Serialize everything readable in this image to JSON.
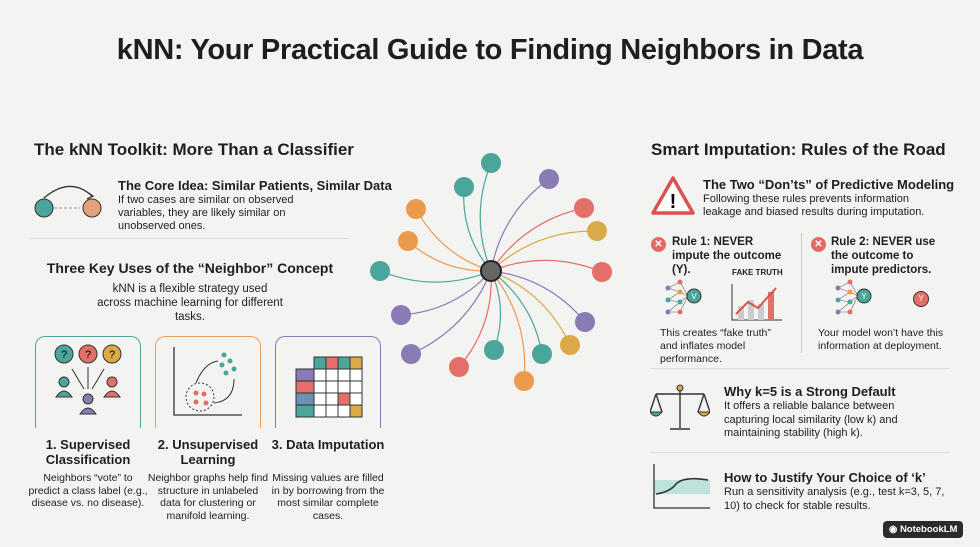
{
  "title": "kNN: Your Practical Guide to Finding Neighbors in Data",
  "left": {
    "heading": "The kNN Toolkit: More Than a Classifier",
    "core_title": "The Core Idea: Similar Patients, Similar Data",
    "core_desc": "If two cases are similar on observed variables, they are likely similar on unobserved ones.",
    "uses_title": "Three Key Uses of the “Neighbor” Concept",
    "uses_desc": "kNN is a flexible strategy used across machine learning for different tasks.",
    "cards": [
      {
        "title": "1. Supervised Classification",
        "desc": "Neighbors “vote” to predict a class label (e.g., disease vs. no disease).",
        "icon": "voting-people-icon",
        "color": "#4aa69a"
      },
      {
        "title": "2. Unsupervised Learning",
        "desc": "Neighbor graphs help find structure in unlabeled data for clustering or manifold learning.",
        "icon": "cluster-plot-icon",
        "color": "#e8a060"
      },
      {
        "title": "3. Data Imputation",
        "desc": "Missing values are filled in by borrowing from the most similar complete cases.",
        "icon": "data-grid-icon",
        "color": "#8a7bb5"
      }
    ]
  },
  "right": {
    "heading": "Smart Imputation: Rules of the Road",
    "donts_title": "The Two “Don’ts” of Predictive Modeling",
    "donts_desc": "Following these rules prevents information leakage and biased results during imputation.",
    "rule1": "Rule 1: NEVER impute the outcome (Y).",
    "fake_truth": "FAKE TRUTH",
    "rule1_desc": "This creates “fake truth” and inflates model performance.",
    "rule2": "Rule 2: NEVER use the outcome to impute predictors.",
    "rule2_desc": "Your model won’t have this information at deployment.",
    "y_label": "Y",
    "k5_title": "Why k=5 is a Strong Default",
    "k5_desc": "It offers a reliable balance between capturing local similarity (low k) and maintaining stability (high k).",
    "justify_title": "How to Justify Your Choice of ‘k’",
    "justify_desc": "Run a sensitivity analysis (e.g., test k=3, 5, 7, 10) to check for stable results."
  },
  "brand": "NotebookLM",
  "colors": {
    "teal": "#4aa69a",
    "coral": "#e27068",
    "purple": "#8a7bb5",
    "orange": "#eb9a4e",
    "yellow": "#d9aa45"
  }
}
